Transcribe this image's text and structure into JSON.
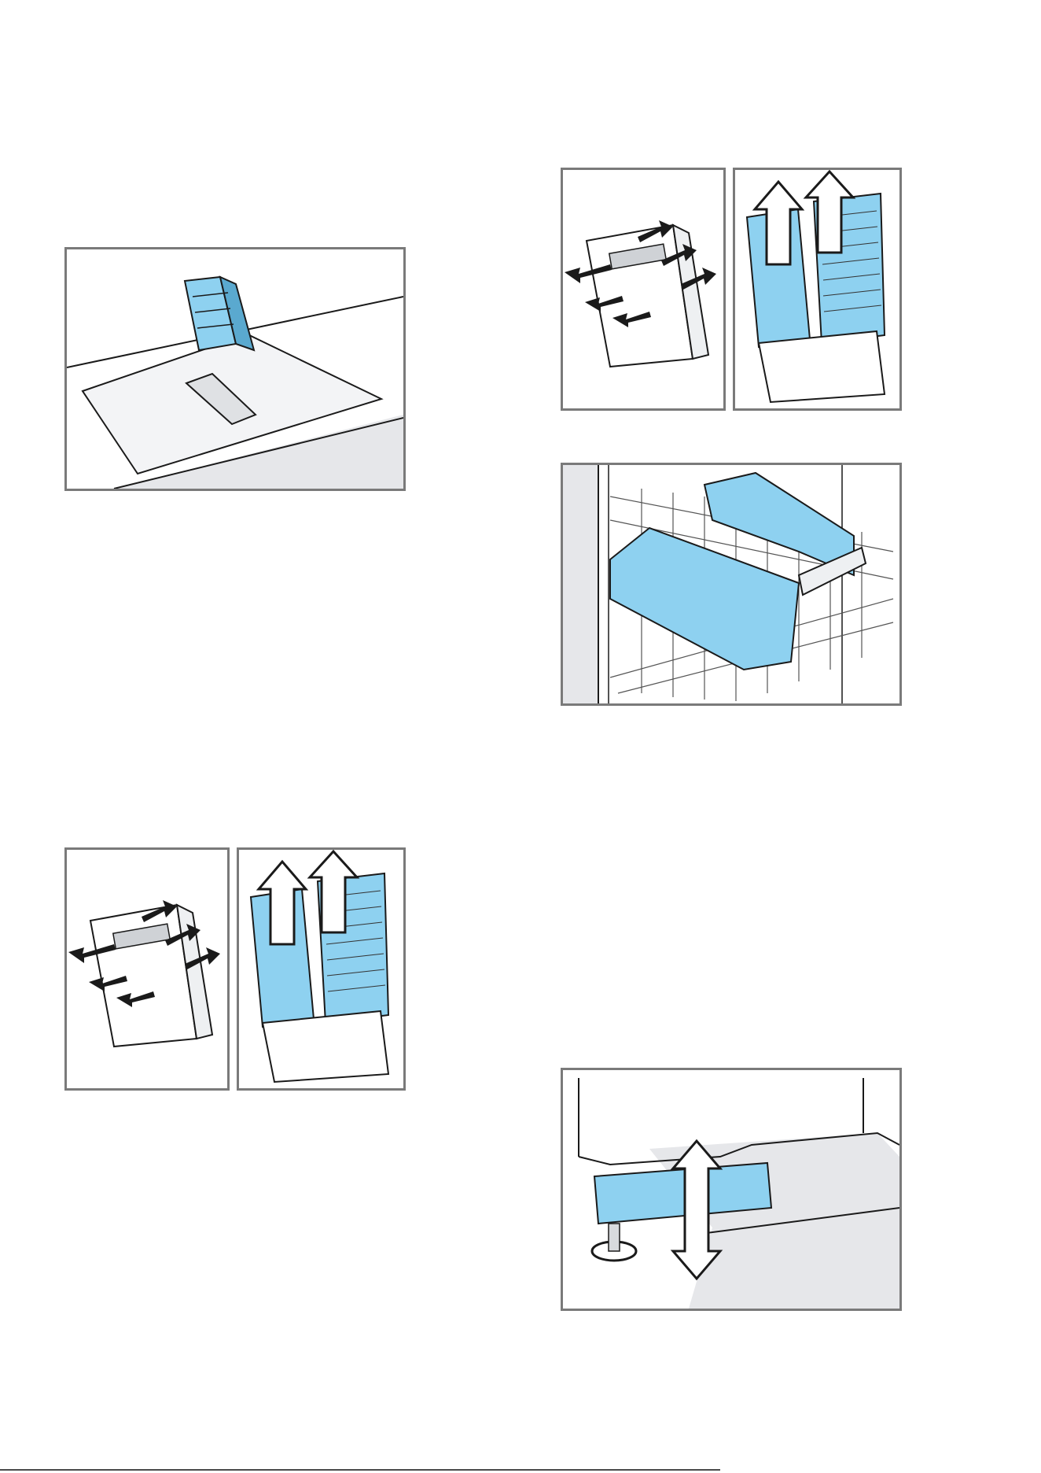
{
  "document": {
    "figures": [
      {
        "id": "fig-filter-on-worktop",
        "panels": 1
      },
      {
        "id": "fig-filter-open-left",
        "panels": 2
      },
      {
        "id": "fig-filter-open-right",
        "panels": 2
      },
      {
        "id": "fig-filter-in-dishwasher",
        "panels": 1
      },
      {
        "id": "fig-hood-adjustment",
        "panels": 1
      }
    ]
  },
  "colors": {
    "accent": "#8ed1f0",
    "accent_dark": "#5aa9cf",
    "outline": "#1a1a1a",
    "frame": "#7a7a7a",
    "shade": "#e6e7ea"
  }
}
